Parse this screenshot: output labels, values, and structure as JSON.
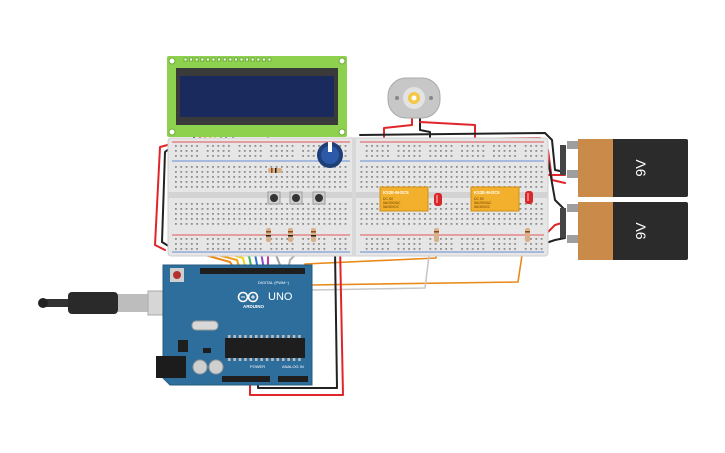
{
  "lcd": {
    "pin_count": 16
  },
  "batteries": [
    {
      "label": "9V"
    },
    {
      "label": "9V"
    }
  ],
  "relays": [
    {
      "model": "KS2E-M-DC5",
      "lines": [
        "DC 5V",
        "5A/250VAC",
        "5A/30VDC"
      ]
    },
    {
      "model": "KS2E-M-DC5",
      "lines": [
        "DC 5V",
        "5A/250VAC",
        "5A/30VDC"
      ]
    }
  ],
  "arduino": {
    "brand": "ARDUINO",
    "model": "UNO",
    "digital_header": "DIGITAL (PWM~)",
    "power_header": "POWER",
    "analog_header": "ANALOG IN"
  },
  "colors": {
    "breadboard": "#e6e6e6",
    "lcd_pcb": "#8ed14f",
    "lcd_screen": "#1b2a5c",
    "arduino_board": "#2e6e9c",
    "battery_body": "#2b2b2b",
    "battery_label": "#c98a4a",
    "relay": "#f2b02c",
    "led": "#d9262b",
    "wire_red": "#e0262b",
    "wire_black": "#222222",
    "wire_orange": "#e88a1a",
    "wire_grey": "#c8c8c8"
  }
}
